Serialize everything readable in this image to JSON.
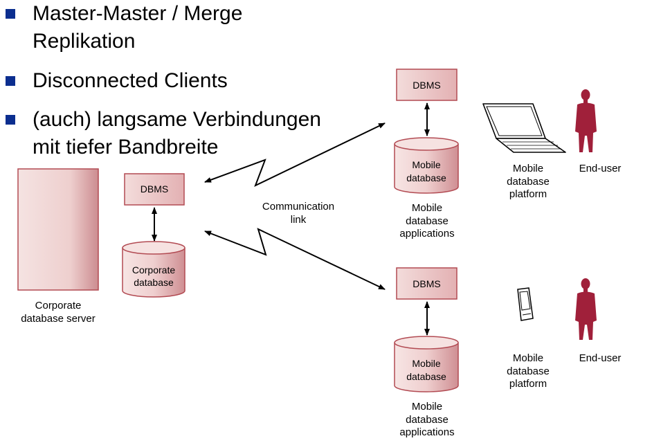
{
  "bullets": [
    {
      "lines": [
        "Master-Master  / Merge",
        "Replikation"
      ]
    },
    {
      "lines": [
        "Disconnected Clients"
      ]
    },
    {
      "lines": [
        "(auch) langsame Verbindungen",
        "mit tiefer Bandbreite"
      ]
    }
  ],
  "corporate": {
    "server_label": [
      "Corporate",
      "database server"
    ],
    "dbms": "DBMS",
    "database": [
      "Corporate",
      "database"
    ]
  },
  "communication_link": [
    "Communication",
    "link"
  ],
  "mobile_top": {
    "dbms": "DBMS",
    "database": [
      "Mobile",
      "database"
    ],
    "applications": [
      "Mobile",
      "database",
      "applications"
    ],
    "platform": [
      "Mobile",
      "database",
      "platform"
    ],
    "end_user": "End-user"
  },
  "mobile_bottom": {
    "dbms": "DBMS",
    "database": [
      "Mobile",
      "database"
    ],
    "applications": [
      "Mobile",
      "database",
      "applications"
    ],
    "platform": [
      "Mobile",
      "database",
      "platform"
    ],
    "end_user": "End-user"
  },
  "colors": {
    "bullet": "#0b2e8f",
    "box_fill": "#f2d7d6",
    "box_stroke": "#b24a52",
    "figure": "#a0203a"
  }
}
